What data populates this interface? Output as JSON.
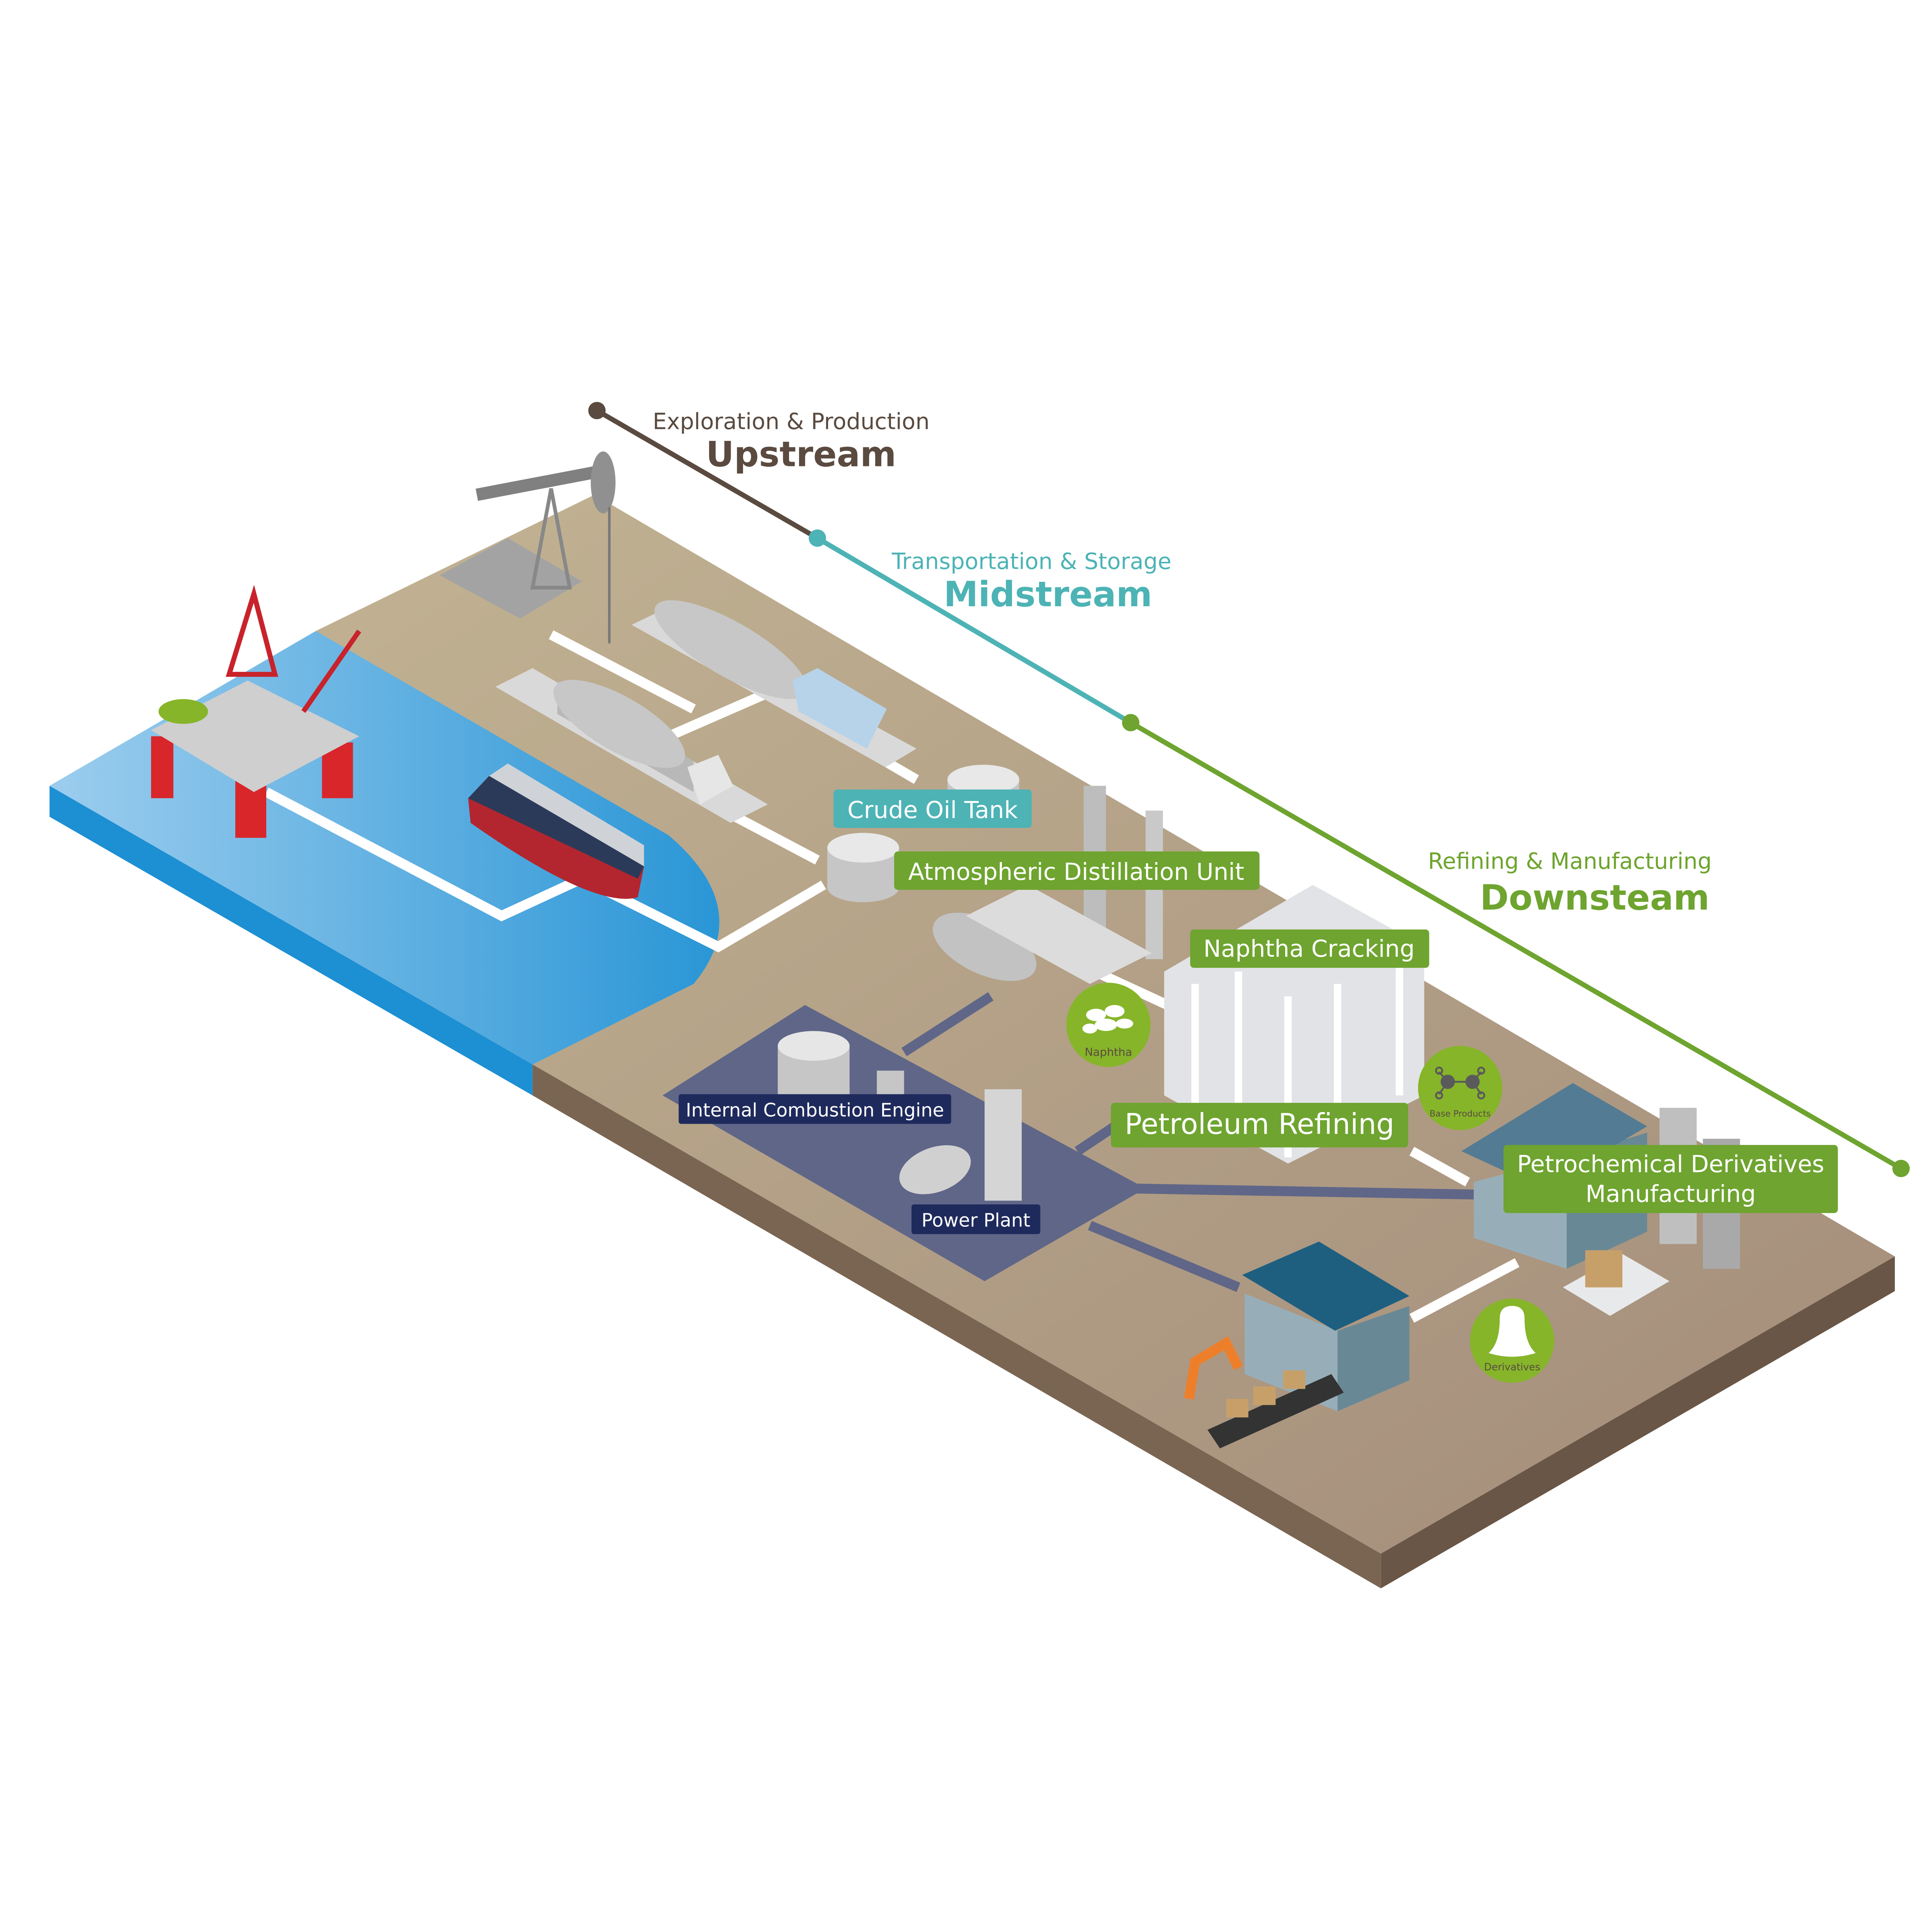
{
  "stages": [
    {
      "subtitle": "Exploration & Production",
      "title": "Upstream",
      "color": "#5a4a3f"
    },
    {
      "subtitle": "Transportation & Storage",
      "title": "Midstream",
      "color": "#4db3b5"
    },
    {
      "subtitle": "Refining & Manufacturing",
      "title": "Downsteam",
      "color": "#6ea42f"
    }
  ],
  "tags": {
    "crude_oil_tank": "Crude Oil Tank",
    "atmospheric_distillation": "Atmospheric Distillation Unit",
    "naphtha_cracking": "Naphtha Cracking",
    "petroleum_refining": "Petroleum Refining",
    "petrochemical_line1": "Petrochemical Derivatives",
    "petrochemical_line2": "Manufacturing",
    "internal_combustion": "Internal Combustion Engine",
    "power_plant": "Power Plant"
  },
  "badges": {
    "naphtha": "Naphtha",
    "base_products": "Base Products",
    "derivatives": "Derivatives"
  },
  "colors": {
    "teal_tag": "#4db3b5",
    "green_tag": "#6ea42f",
    "navy_tag": "#1f2a5c",
    "badge": "#86b52a",
    "land": "#b5a589",
    "sea": "#3aa0dc",
    "energy_zone": "#5f6688"
  }
}
